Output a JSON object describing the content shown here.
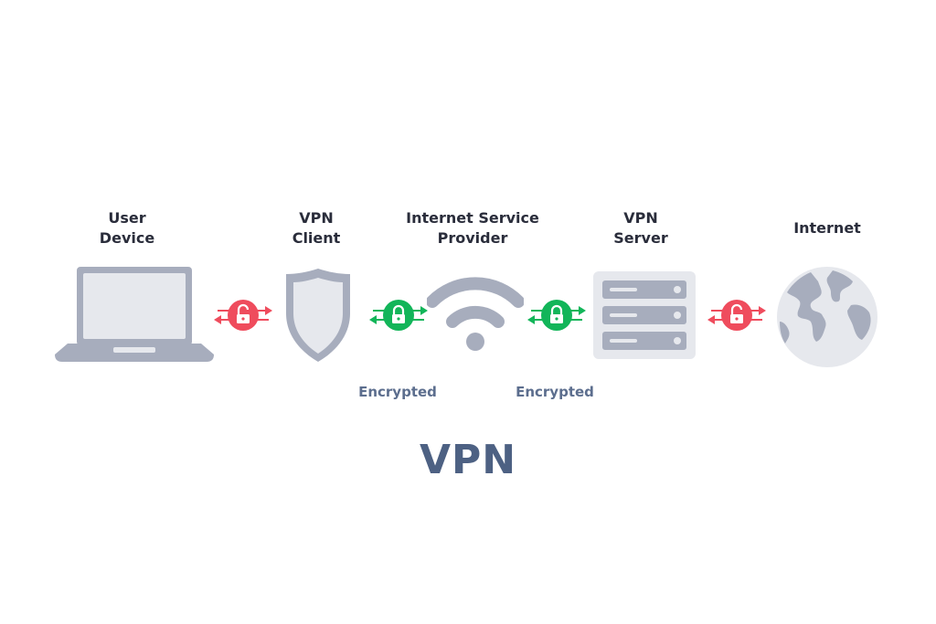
{
  "diagram": {
    "title": "VPN",
    "nodes": [
      {
        "id": "user-device",
        "line1": "User",
        "line2": "Device",
        "icon": "laptop-icon"
      },
      {
        "id": "vpn-client",
        "line1": "VPN",
        "line2": "Client",
        "icon": "shield-icon"
      },
      {
        "id": "isp",
        "line1": "Internet Service",
        "line2": "Provider",
        "icon": "wifi-icon"
      },
      {
        "id": "vpn-server",
        "line1": "VPN",
        "line2": "Server",
        "icon": "server-icon"
      },
      {
        "id": "internet",
        "line1": "Internet",
        "line2": "",
        "icon": "globe-icon"
      }
    ],
    "connections": [
      {
        "from": "user-device",
        "to": "vpn-client",
        "state": "unlocked",
        "label": ""
      },
      {
        "from": "vpn-client",
        "to": "isp",
        "state": "locked",
        "label": "Encrypted"
      },
      {
        "from": "isp",
        "to": "vpn-server",
        "state": "locked",
        "label": "Encrypted"
      },
      {
        "from": "vpn-server",
        "to": "internet",
        "state": "unlocked",
        "label": ""
      }
    ]
  },
  "colors": {
    "unlocked": "#ef4c5d",
    "locked": "#12b559",
    "icon_gray": "#a7adbd",
    "icon_light": "#e6e8ed",
    "label_text": "#2a2d3b",
    "accent_text": "#5c6e8e"
  }
}
